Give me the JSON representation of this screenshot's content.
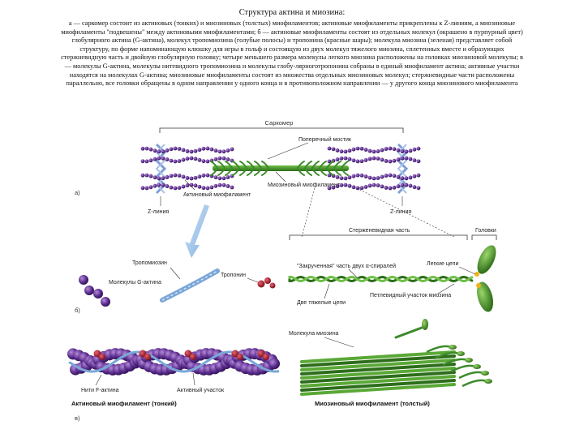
{
  "title": "Структура актина и миозина:",
  "caption_lines": [
    "а — саркомер состоит из актиновых (тонких) и миозиновых (толстых) миофиламентов; актиновые миофиламенты прикреплены к Z-линиям, а миозиновые",
    "миофиламенты \"подвешены\" между актиновыми миофиламентами; б — актиновые миофиламенты состоят из отдельных молекул (окрашено в пурпурный цвет)",
    "глобулярного актина (G-актина), молекул тропомиозина (голубые полосы) и тропонина (красные шары); молекула миозина (зеленая) представляет собой",
    "структуру, по форме напоминающую клюшку для игры в гольф и состоящую из двух молекул тяжелого миозина, сплетенных вместе и образующих",
    "стержневидную часть и двойную глобулярную головку; четыре меньшего размера молекулы легкого миозина расположены на головках миозиновой молекулы; в",
    "— молекулы G-актина, молекулы нитевидного тропомиозина и молекулы глобу-лярноготропонина собраны в единый миофиламент актина; активные участки",
    "находятся на молекулах G-актина; миозиновые миофиламенты состоят из множества отдельных миозиновых молекул; стержневидные части расположены",
    "параллельно, все головки обращены в одном направлении у одного конца и в противоположном направлении — у другого конца миозинового миофиламента"
  ],
  "labels": {
    "sarcomere": "Саркомер",
    "cross_bridge": "Поперечный мостик",
    "myosin_myofilament": "Миозиновый миофиламент",
    "actin_myofilament": "Актиновый миофиламент",
    "z_line_left": "Z-линия",
    "z_line_right": "Z-линия",
    "rod_part": "Стерженевидная часть",
    "heads": "Головки",
    "tropomyosin": "Тропомиозин",
    "g_actin": "Молекулы G-актина",
    "troponin": "Тропонин",
    "coiled_part": "\"Закрученная\" часть двух α-спиралей",
    "light_chains": "Легкие цепи",
    "heavy_chains": "Две тяжелые цепи",
    "hinge": "Петлевидный участок миозина",
    "myosin_molecule": "Молекула миозина",
    "f_actin": "Нити F-актина",
    "active_site": "Активный участок",
    "actin_thin": "Актиновый миофиламент (тонкий)",
    "myosin_thick": "Миозиновый миофиламент (толстый)"
  },
  "panels": {
    "a": "а)",
    "b": "б)",
    "c": "в)"
  },
  "colors": {
    "actin": "#5b2d8e",
    "tropomyosin": "#7aa7d8",
    "troponin": "#b01e2e",
    "myosin": "#3d8a2a",
    "z_line": "#7f9fd6"
  }
}
